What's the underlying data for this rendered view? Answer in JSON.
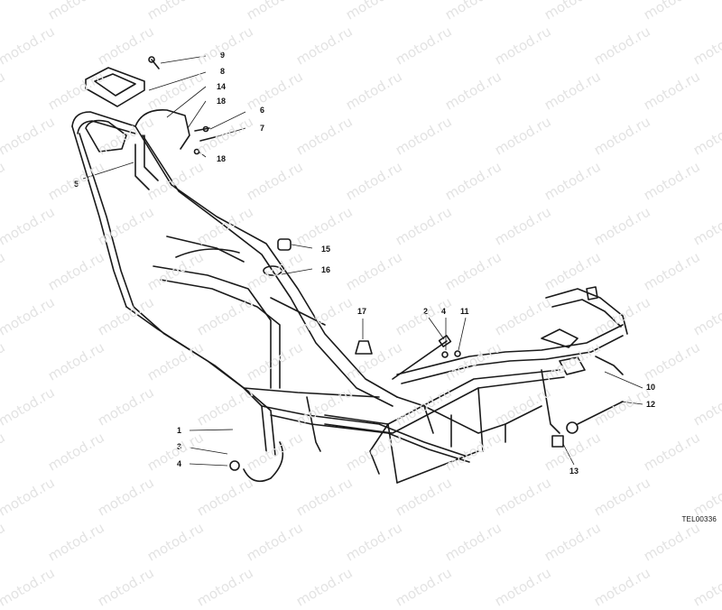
{
  "watermark": "motod.ru",
  "reference_code": "TEL00336",
  "callouts": [
    "1",
    "2",
    "3",
    "4",
    "4",
    "5",
    "6",
    "7",
    "8",
    "9",
    "10",
    "11",
    "12",
    "13",
    "14",
    "15",
    "16",
    "17",
    "18",
    "18"
  ],
  "colors": {
    "line": "#1a1a1a",
    "watermark": "#e3e3e3",
    "background": "#ffffff"
  }
}
